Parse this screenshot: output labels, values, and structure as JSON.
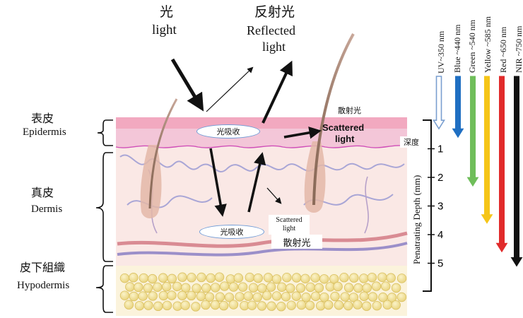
{
  "incident": {
    "zh": "光",
    "en": "light"
  },
  "reflected": {
    "zh": "反射光",
    "en_line1": "Reflected",
    "en_line2": "light"
  },
  "layers": {
    "epidermis": {
      "zh": "表皮",
      "en": "Epidermis"
    },
    "dermis": {
      "zh": "真皮",
      "en": "Dermis"
    },
    "hypodermis": {
      "zh": "皮下組織",
      "en": "Hypodermis"
    }
  },
  "scatter_top": {
    "zh": "散射光",
    "en_line1": "Scattered",
    "en_line2": "light"
  },
  "scatter_bottom": {
    "zh": "散射光",
    "en_line1": "Scattered",
    "en_line2": "light"
  },
  "absorb_top": "光吸收",
  "absorb_bottom": "光吸收",
  "depth": {
    "zh": "深度",
    "axis_label": "Penatrating Depth (mm)",
    "ticks": [
      "1",
      "2",
      "3",
      "4",
      "5"
    ]
  },
  "wavelengths": [
    {
      "label": "UV~350 nm",
      "color": "#ffffff",
      "outline": "#7a9fd0",
      "depth_mm": 0.3
    },
    {
      "label": "Blue ~440 nm",
      "color": "#1f6fc2",
      "depth_mm": 0.6
    },
    {
      "label": "Green ~540 nm",
      "color": "#6fbe5a",
      "depth_mm": 2.3
    },
    {
      "label": "Yellow ~585 nm",
      "color": "#f5c518",
      "depth_mm": 3.6
    },
    {
      "label": "Red ~650 nm",
      "color": "#e12b2b",
      "depth_mm": 4.6
    },
    {
      "label": "NIR ~750 nm",
      "color": "#111111",
      "depth_mm": 5.1
    }
  ]
}
